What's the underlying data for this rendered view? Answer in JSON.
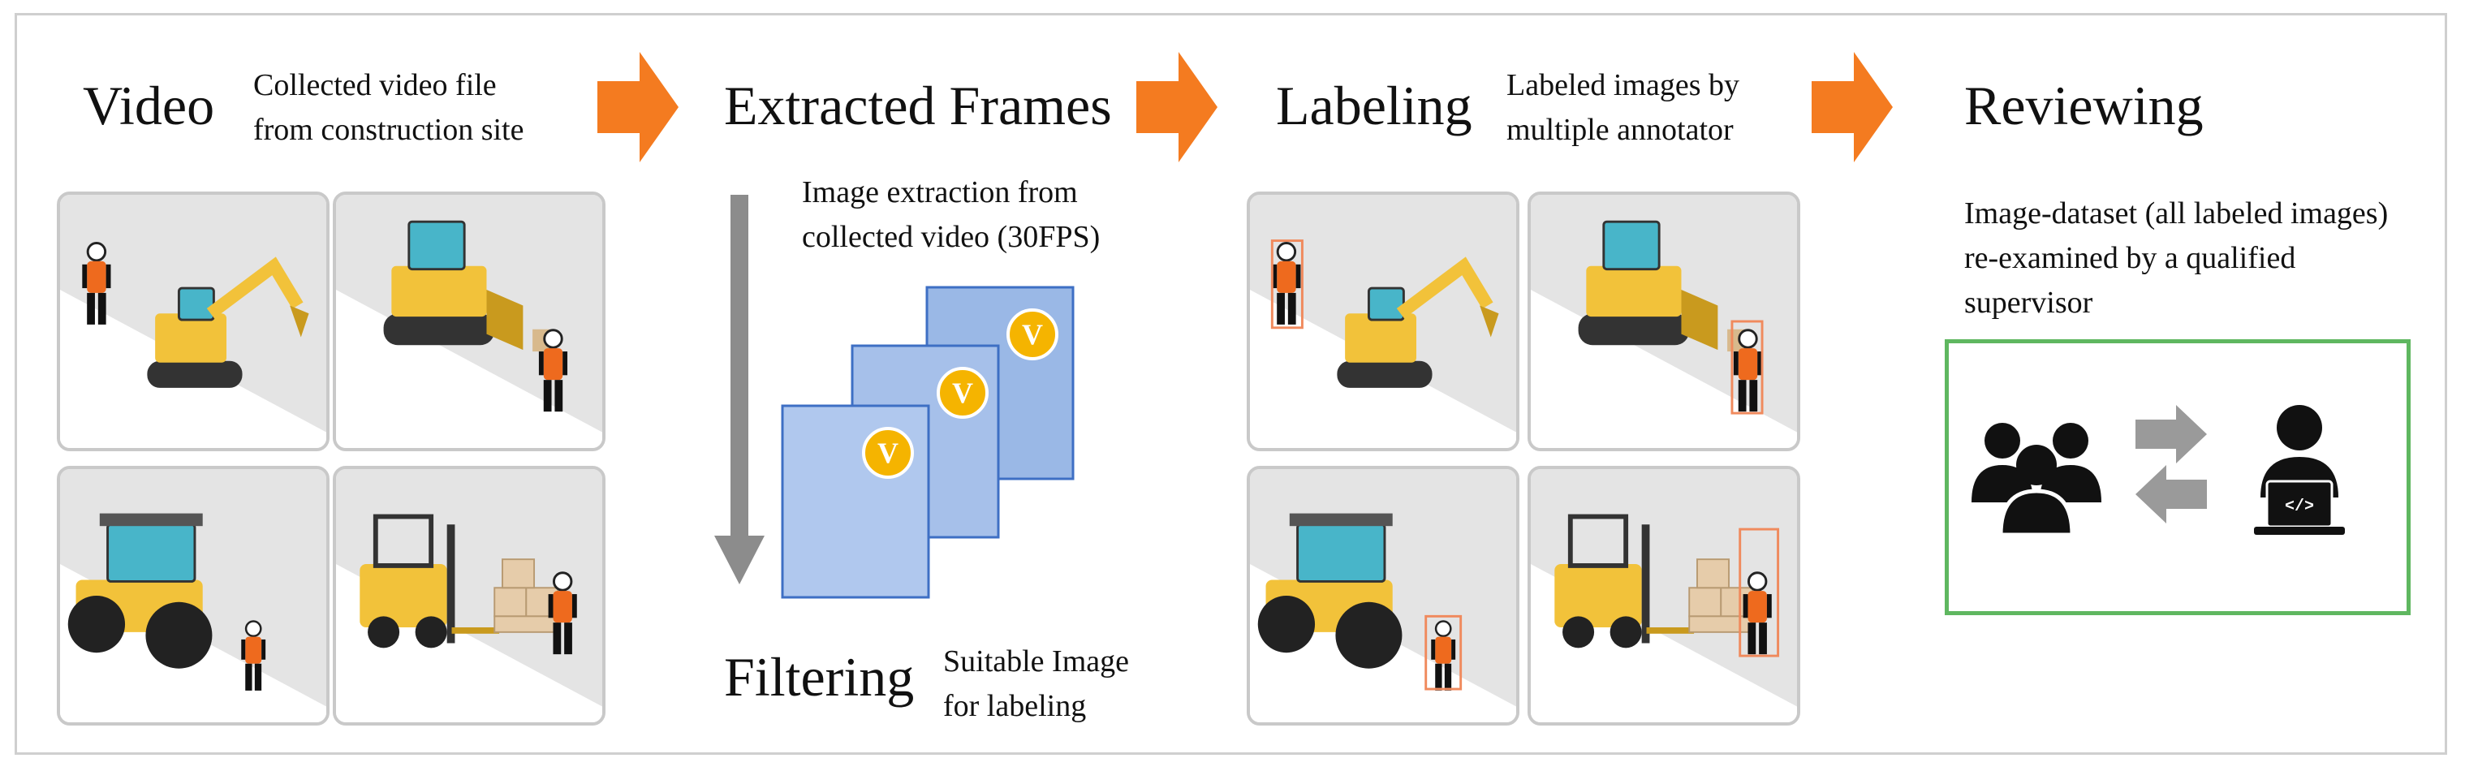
{
  "stages": {
    "video": {
      "title": "Video",
      "desc_lines": [
        "Collected video file",
        "from construction site"
      ]
    },
    "extracted": {
      "title": "Extracted Frames",
      "desc_lines": [
        "Image extraction from",
        "collected video (30FPS)"
      ],
      "frame_badge": "V"
    },
    "filtering": {
      "title": "Filtering",
      "desc_lines": [
        "Suitable Image",
        "for labeling"
      ]
    },
    "labeling": {
      "title": "Labeling",
      "desc_lines": [
        "Labeled images by",
        "multiple annotator"
      ]
    },
    "reviewing": {
      "title": "Reviewing",
      "desc_lines": [
        "Image-dataset (all labeled images)",
        "re-examined by a qualified",
        "supervisor"
      ],
      "code_glyph": "</>"
    }
  },
  "scenes": [
    "excavator",
    "bulldozer",
    "roller",
    "forklift"
  ],
  "colors": {
    "stage_arrow": "#f47b20",
    "down_arrow": "#8c8c8c",
    "frame_fill": "#9ab8e6",
    "frame_border": "#3e6fc4",
    "badge": "#f5b400",
    "label_box": "#f08a5d",
    "review_border": "#5fb760",
    "machine_yellow": "#f2c23a",
    "worker_vest": "#ee6a1e"
  }
}
